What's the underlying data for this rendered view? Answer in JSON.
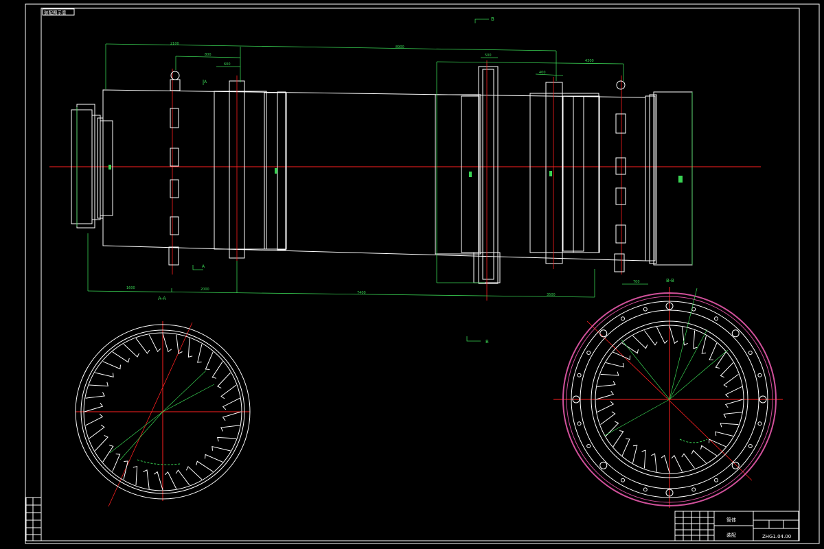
{
  "sheet": {
    "corner_label": "装配图示意",
    "view_labels": {
      "aa_left": "A-A",
      "aa_mark_top": "A",
      "aa_mark_bottom": "A",
      "bb_label": "B-B",
      "b_mark_top": "B",
      "b_mark_bottom": "B"
    },
    "title_block": {
      "name_top": "筒体",
      "name_bottom": "装配",
      "drawing_no": "ZHG1.04.00"
    }
  },
  "dimensions": {
    "top_overall": "8900",
    "top_left": "2100",
    "top_right": "4300",
    "top_left_seg": "800",
    "top_left_seg2": "600",
    "top_right_seg": "500",
    "top_right_seg2": "400",
    "bottom_overall": "7400",
    "bottom_left": "1600",
    "bottom_mid": "2000",
    "bottom_right": "3500",
    "bottom_far_right": "700"
  },
  "colors": {
    "outline": "#ffffff",
    "center_line": "#ff2020",
    "dimension": "#39d353",
    "hatch": "#d0509a"
  }
}
